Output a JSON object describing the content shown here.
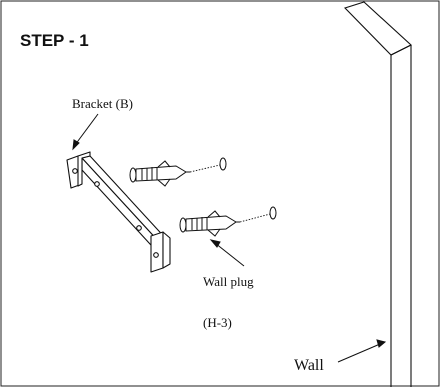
{
  "step": {
    "title": "STEP - 1"
  },
  "parts": {
    "bracket": {
      "label": "Bracket (B)"
    },
    "wall_plug": {
      "label": "Wall plug",
      "code": "(H-3)"
    },
    "wall": {
      "label": "Wall"
    }
  },
  "colors": {
    "ink": "#111111",
    "paper": "#ffffff"
  }
}
